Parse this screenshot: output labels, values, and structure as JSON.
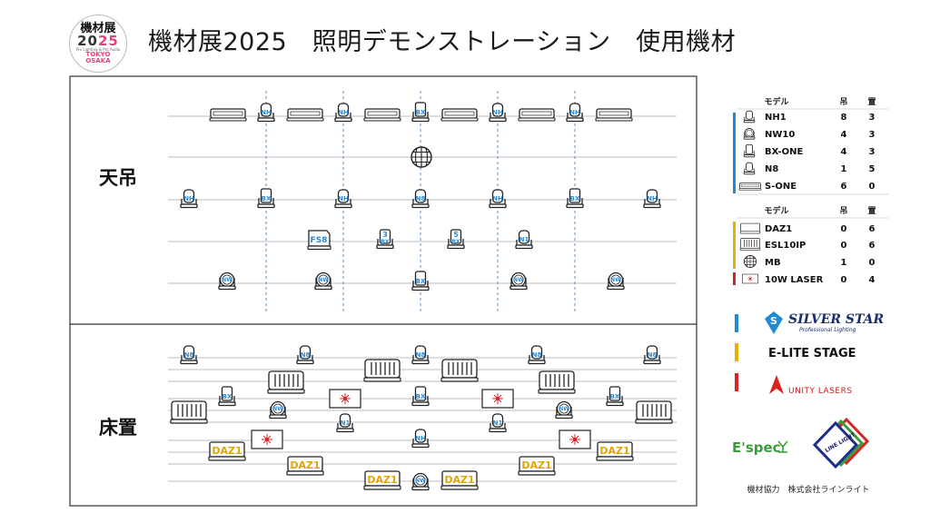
{
  "header": {
    "title": "機材展2025　照明デモンストレーション　使用機材",
    "logo": {
      "line1": "機材展",
      "line2a": "20",
      "line2b": "25",
      "line3": "Pro Lighting & Pro Audio",
      "line4": "TOKYO",
      "line5": "OSAKA"
    }
  },
  "sections": {
    "ceiling": "天吊",
    "floor": "床置"
  },
  "fixture_labels": {
    "nh": "NH",
    "nw": "NW",
    "bx": "BX",
    "n8": "N8",
    "n1": "N1",
    "fs8": "FS8",
    "daz1": "DAZ1",
    "bx3_top": "3",
    "bx5_top": "5"
  },
  "table": {
    "header_model": "モデル",
    "header_hang": "吊",
    "header_place": "置",
    "group1": [
      {
        "model": "NH1",
        "hang": "8",
        "place": "3",
        "icon": "moving-head-icon"
      },
      {
        "model": "NW10",
        "hang": "4",
        "place": "3",
        "icon": "wash-light-icon"
      },
      {
        "model": "BX-ONE",
        "hang": "4",
        "place": "3",
        "icon": "beam-light-icon"
      },
      {
        "model": "N8",
        "hang": "1",
        "place": "5",
        "icon": "spot-light-icon"
      },
      {
        "model": "S-ONE",
        "hang": "6",
        "place": "0",
        "icon": "strip-light-icon"
      }
    ],
    "group2": [
      {
        "model": "DAZ1",
        "hang": "0",
        "place": "6",
        "icon": "daz-light-icon"
      },
      {
        "model": "ESL10IP",
        "hang": "0",
        "place": "6",
        "icon": "strobe-light-icon"
      },
      {
        "model": "MB",
        "hang": "1",
        "place": "0",
        "icon": "mirror-ball-icon"
      },
      {
        "model": "10W LASER",
        "hang": "0",
        "place": "4",
        "icon": "laser-icon"
      }
    ]
  },
  "brands": {
    "silver_star": "SILVER STAR",
    "silver_star_sub": "Professional Lighting",
    "elite": "E-LITE STAGE",
    "unity": "UNITY LASERS",
    "espec": "E'spec",
    "line_light": "LINE LIGHT",
    "credit": "機材協力　株式会社ラインライト"
  },
  "colors": {
    "silver_star": "#1f8ad8",
    "elite": "#e9b000",
    "unity": "#d92323",
    "fixture_text": "#2a8ad8",
    "daz_text": "#e4a400",
    "grid": "#a8a8a8"
  }
}
